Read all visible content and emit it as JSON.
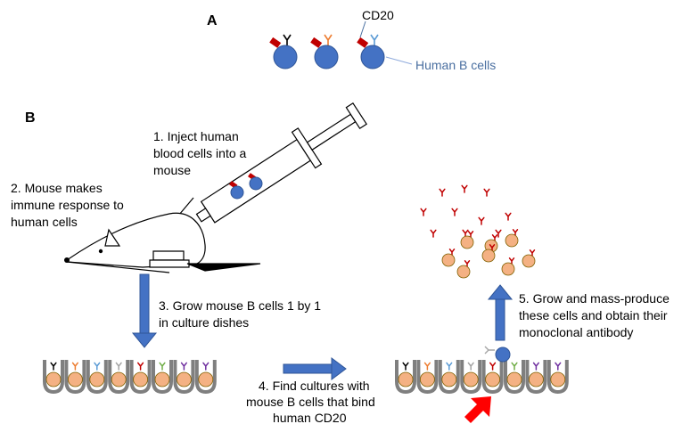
{
  "panel_a": {
    "label": "A",
    "cd20_label": "CD20",
    "b_cells_label": "Human B cells",
    "cell_color": "#4472c4",
    "cd20_color": "#c00000"
  },
  "panel_b": {
    "label": "B",
    "step1": [
      "1. Inject human",
      "blood cells into a",
      "mouse"
    ],
    "step2": [
      "2. Mouse makes",
      "immune response to",
      "human cells"
    ],
    "step3": [
      "3. Grow mouse B cells 1 by 1",
      "in culture dishes"
    ],
    "step4": [
      "4. Find cultures with",
      "mouse B cells that bind",
      "human CD20"
    ],
    "step5": [
      "5. Grow and mass-produce",
      "these cells and obtain their",
      "monoclonal antibody"
    ],
    "arrow_color": "#4472c4",
    "pointer_color": "#ff0000",
    "hybridoma_color": "#f4b183",
    "antibody_colors": [
      "#000000",
      "#ed7d31",
      "#5b9bd5",
      "#a5a5a5",
      "#c00000",
      "#70ad47",
      "#7030a0",
      "#7030a0"
    ]
  }
}
